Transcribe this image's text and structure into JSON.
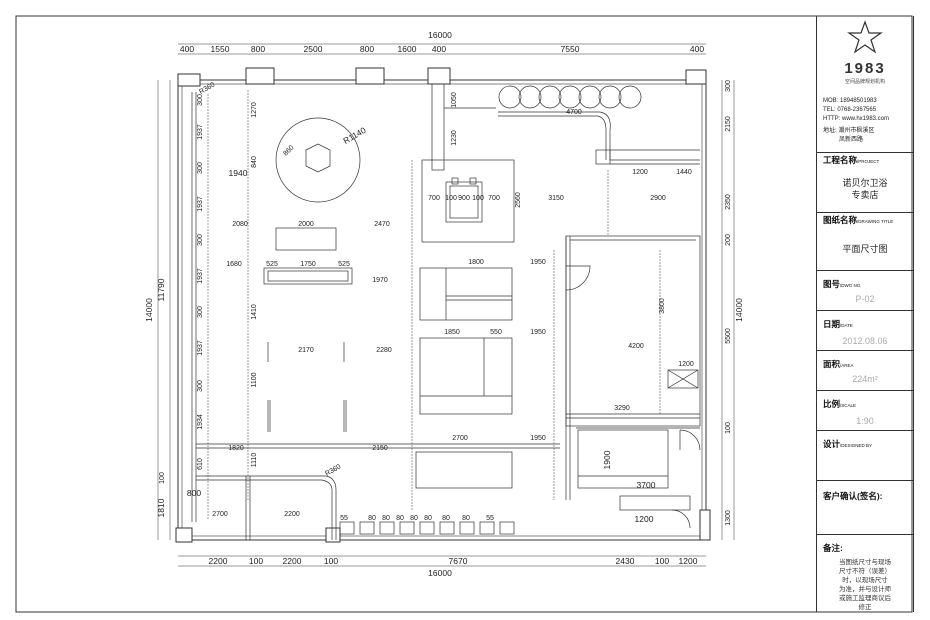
{
  "title_block": {
    "logo_number": "1983",
    "logo_subtitle": "空间品牌规划机构",
    "contacts": [
      "MOB: 18948501983",
      "TEL: 0768-2367565",
      "HTTP: www.hx1983.com",
      "地址: 潮州市枫溪区",
      "凤新西路"
    ],
    "project_label": "工程名称",
    "project_label_en": "/PROJECT",
    "project_value": [
      "诺贝尔卫浴",
      "专卖店"
    ],
    "drawing_label": "图纸名称",
    "drawing_label_en": "/DRAWING TITLE",
    "drawing_value": "平面尺寸图",
    "number_label": "图号",
    "number_label_en": "/DWG NO.",
    "number_value": "P-02",
    "date_label": "日期",
    "date_label_en": "/DATE",
    "date_value": "2012.08.06",
    "area_label": "面积",
    "area_label_en": "/AREA",
    "area_value": "224m²",
    "scale_label": "比例",
    "scale_label_en": "/SCALE",
    "scale_value": "1:90",
    "designer_label": "设计",
    "designer_label_en": "/DESIGNED BY",
    "client_label": "客户确认(签名):",
    "notes_label": "备注:",
    "notes_text": [
      "当图纸尺寸与现场",
      "尺寸不符（误差）",
      "时，以现场尺寸",
      "为准，并与设计师",
      "或施工监理商议后",
      "修正"
    ]
  },
  "plan": {
    "top_total": "16000",
    "top_dims": [
      "400",
      "1550",
      "800",
      "2500",
      "800",
      "1600",
      "400",
      "7550",
      "400"
    ],
    "bottom_dims": [
      "2200",
      "100",
      "2200",
      "100",
      "7670",
      "2430",
      "100",
      "1200"
    ],
    "bottom_total": "16000",
    "left_total": "14000",
    "left_upper": "11790",
    "left_lower": "1810",
    "left_chain": [
      "300",
      "1937",
      "300",
      "1937",
      "300",
      "1937",
      "300",
      "1937",
      "300",
      "1934",
      "610",
      "100",
      "800"
    ],
    "right_dims": [
      "300",
      "2150",
      "2350",
      "200",
      "5500",
      "100",
      "1300"
    ],
    "right_total": "14000",
    "labels": {
      "r360_tl": "R360",
      "r1140": "R1140",
      "d860": "860",
      "d1940": "1940",
      "d1270": "1270",
      "d840": "840",
      "d2000a": "2000",
      "d2470": "2470",
      "d2080": "2080",
      "d525a": "525",
      "d1750": "1750",
      "d525b": "525",
      "d1680": "1680",
      "d1970": "1970",
      "d1410": "1410",
      "d2170": "2170",
      "d2280": "2280",
      "d1100": "1100",
      "d1820": "1820",
      "d2150": "2150",
      "d1110": "1110",
      "r360_bl": "R360",
      "d2700a": "2700",
      "d2200": "2200",
      "d1050": "1050",
      "d1230": "1230",
      "d4700": "4700",
      "d1200a": "1200",
      "d1440": "1440",
      "d3150": "3150",
      "d2900": "2900",
      "d2560": "2560",
      "d700s": [
        "700",
        "100",
        "900",
        "100",
        "700"
      ],
      "d1800": "1800",
      "d1950a": "1950",
      "d1850": "1850",
      "d550": "550",
      "d1950b": "1950",
      "d4200": "4200",
      "d3800": "3800",
      "d1200b": "1200",
      "d3290": "3290",
      "d2700b": "2700",
      "d1950c": "1950",
      "d1900": "1900",
      "d3700": "3700",
      "d1200c": "1200",
      "bottom_small": [
        "55",
        "80",
        "80",
        "80",
        "80",
        "80",
        "80",
        "80",
        "55"
      ]
    }
  }
}
